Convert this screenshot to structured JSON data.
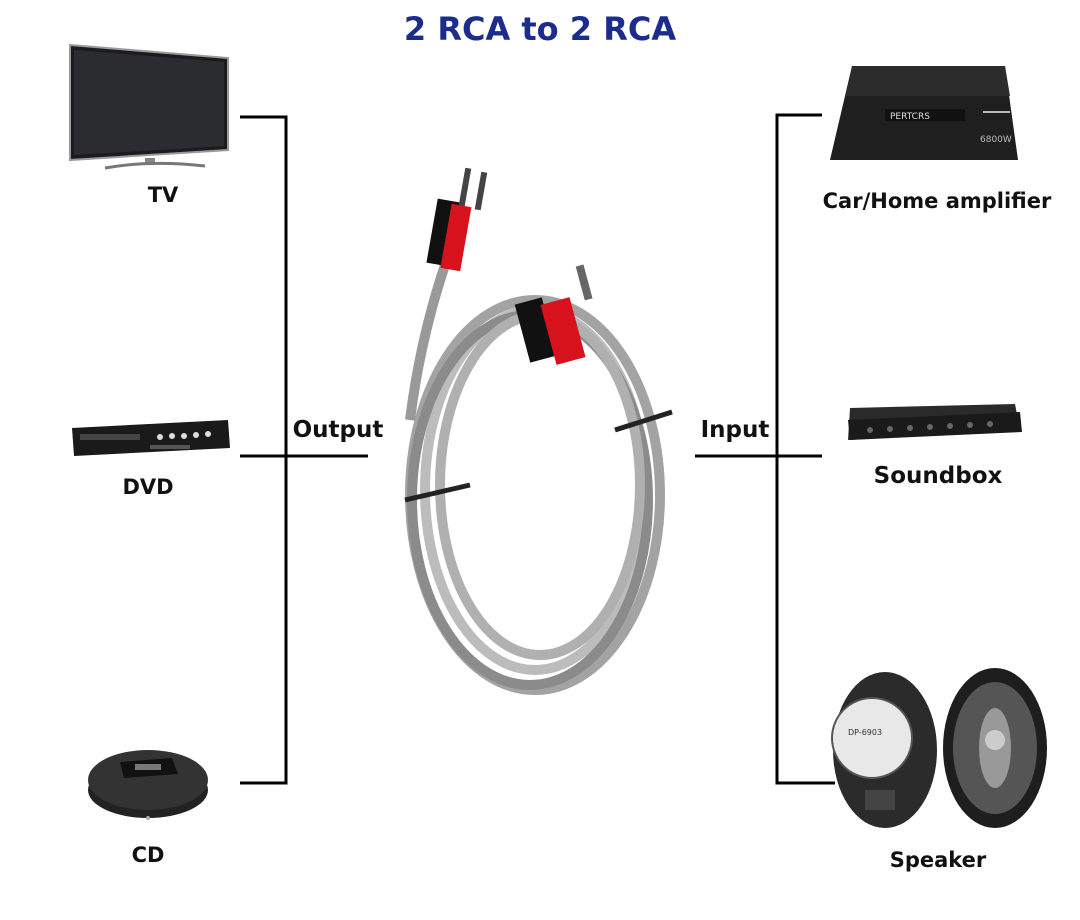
{
  "title": "2 RCA to 2 RCA",
  "output_label": "Output",
  "input_label": "Input",
  "sources": [
    {
      "label": "TV",
      "icon": "tv-icon"
    },
    {
      "label": "DVD",
      "icon": "dvd-player-icon"
    },
    {
      "label": "CD",
      "icon": "cd-player-icon"
    }
  ],
  "destinations": [
    {
      "label": "Car/Home amplifier",
      "icon": "amplifier-icon"
    },
    {
      "label": "Soundbox",
      "icon": "soundbox-icon"
    },
    {
      "label": "Speaker",
      "icon": "speaker-icon"
    }
  ],
  "amplifier_text": {
    "brand": "PERTCRS",
    "power": "6800W"
  },
  "speaker_text": {
    "model": "DP-6903"
  },
  "colors": {
    "title": "#1b2c8c",
    "connector_red": "#d8121c",
    "cable": "#9a9a9a"
  }
}
